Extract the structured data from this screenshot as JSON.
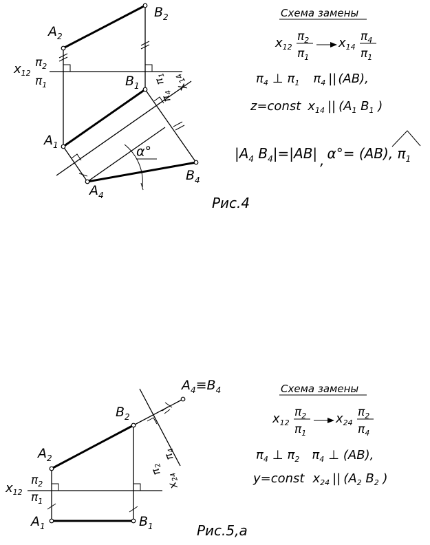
{
  "fig4": {
    "caption": "Рис.4",
    "labels": {
      "A2": "A",
      "A2_sub": "2",
      "B2": "B",
      "B2_sub": "2",
      "B1": "B",
      "B1_sub": "1",
      "A1": "A",
      "A1_sub": "1",
      "A4": "A",
      "A4_sub": "4",
      "B4": "B",
      "B4_sub": "4",
      "x12": "x",
      "x12_sub": "12",
      "pi2": "π",
      "pi2_sub": "2",
      "pi1": "π",
      "pi1_sub": "1",
      "x14": "x",
      "x14_sub": "14",
      "pi1_rot": "π",
      "pi1_rot_sub": "1",
      "pi4_rot": "π",
      "pi4_rot_sub": "4",
      "alpha": "α°"
    },
    "scheme": {
      "title": "Схема замены",
      "row1": {
        "x": "x",
        "x_sub": "12",
        "num": "π",
        "num_sub": "2",
        "den": "π",
        "den_sub": "1",
        "x2": "x",
        "x2_sub": "14",
        "num2": "π",
        "num2_sub": "4",
        "den2": "π",
        "den2_sub": "1"
      },
      "row2": {
        "a": "π",
        "a_sub": "4",
        "perp": "⊥",
        "b": "π",
        "b_sub": "1",
        "c": "π",
        "c_sub": "4",
        "par": "||",
        "d": "(AB),"
      },
      "row3": {
        "z": "z=const",
        "x": "x",
        "x_sub": "14",
        "par": "||",
        "seg": "(A",
        "seg_sub1": "1",
        "seg_mid": " B",
        "seg_sub2": "1",
        "seg_end": " )"
      },
      "row4": {
        "left": "|A",
        "l_sub1": "4",
        "mid": " B",
        "l_sub2": "4",
        "right": "|=|AB|",
        "comma": ",",
        "alpha": "α°= (AB), π",
        "alpha_sub": "1"
      }
    }
  },
  "fig5": {
    "caption": "Рис.5,а",
    "labels": {
      "AB4": "A",
      "AB4_sub": "4",
      "AB4_eq": "≡B",
      "AB4_sub2": "4",
      "B2": "B",
      "B2_sub": "2",
      "A2": "A",
      "A2_sub": "2",
      "x12": "x",
      "x12_sub": "12",
      "pi2": "π",
      "pi2_sub": "2",
      "pi1": "π",
      "pi1_sub": "1",
      "A1": "A",
      "A1_sub": "1",
      "B1": "B",
      "B1_sub": "1",
      "x24": "x",
      "x24_sub": "24",
      "pi2_rot": "π",
      "pi2_rot_sub": "2",
      "pi4_rot": "π",
      "pi4_rot_sub": "4"
    },
    "scheme": {
      "title": "Схема замены",
      "row1": {
        "x": "x",
        "x_sub": "12",
        "num": "π",
        "num_sub": "2",
        "den": "π",
        "den_sub": "1",
        "x2": "x",
        "x2_sub": "24",
        "num2": "π",
        "num2_sub": "2",
        "den2": "π",
        "den2_sub": "4"
      },
      "row2": {
        "a": "π",
        "a_sub": "4",
        "perp": "⊥",
        "b": "π",
        "b_sub": "2",
        "c": "π",
        "c_sub": "4",
        "perp2": "⊥",
        "d": "(AB),"
      },
      "row3": {
        "y": "y=const",
        "x": "x",
        "x_sub": "24",
        "par": "||",
        "seg": "(A",
        "seg_sub1": "2",
        "seg_mid": " B",
        "seg_sub2": "2",
        "seg_end": " )"
      }
    }
  }
}
